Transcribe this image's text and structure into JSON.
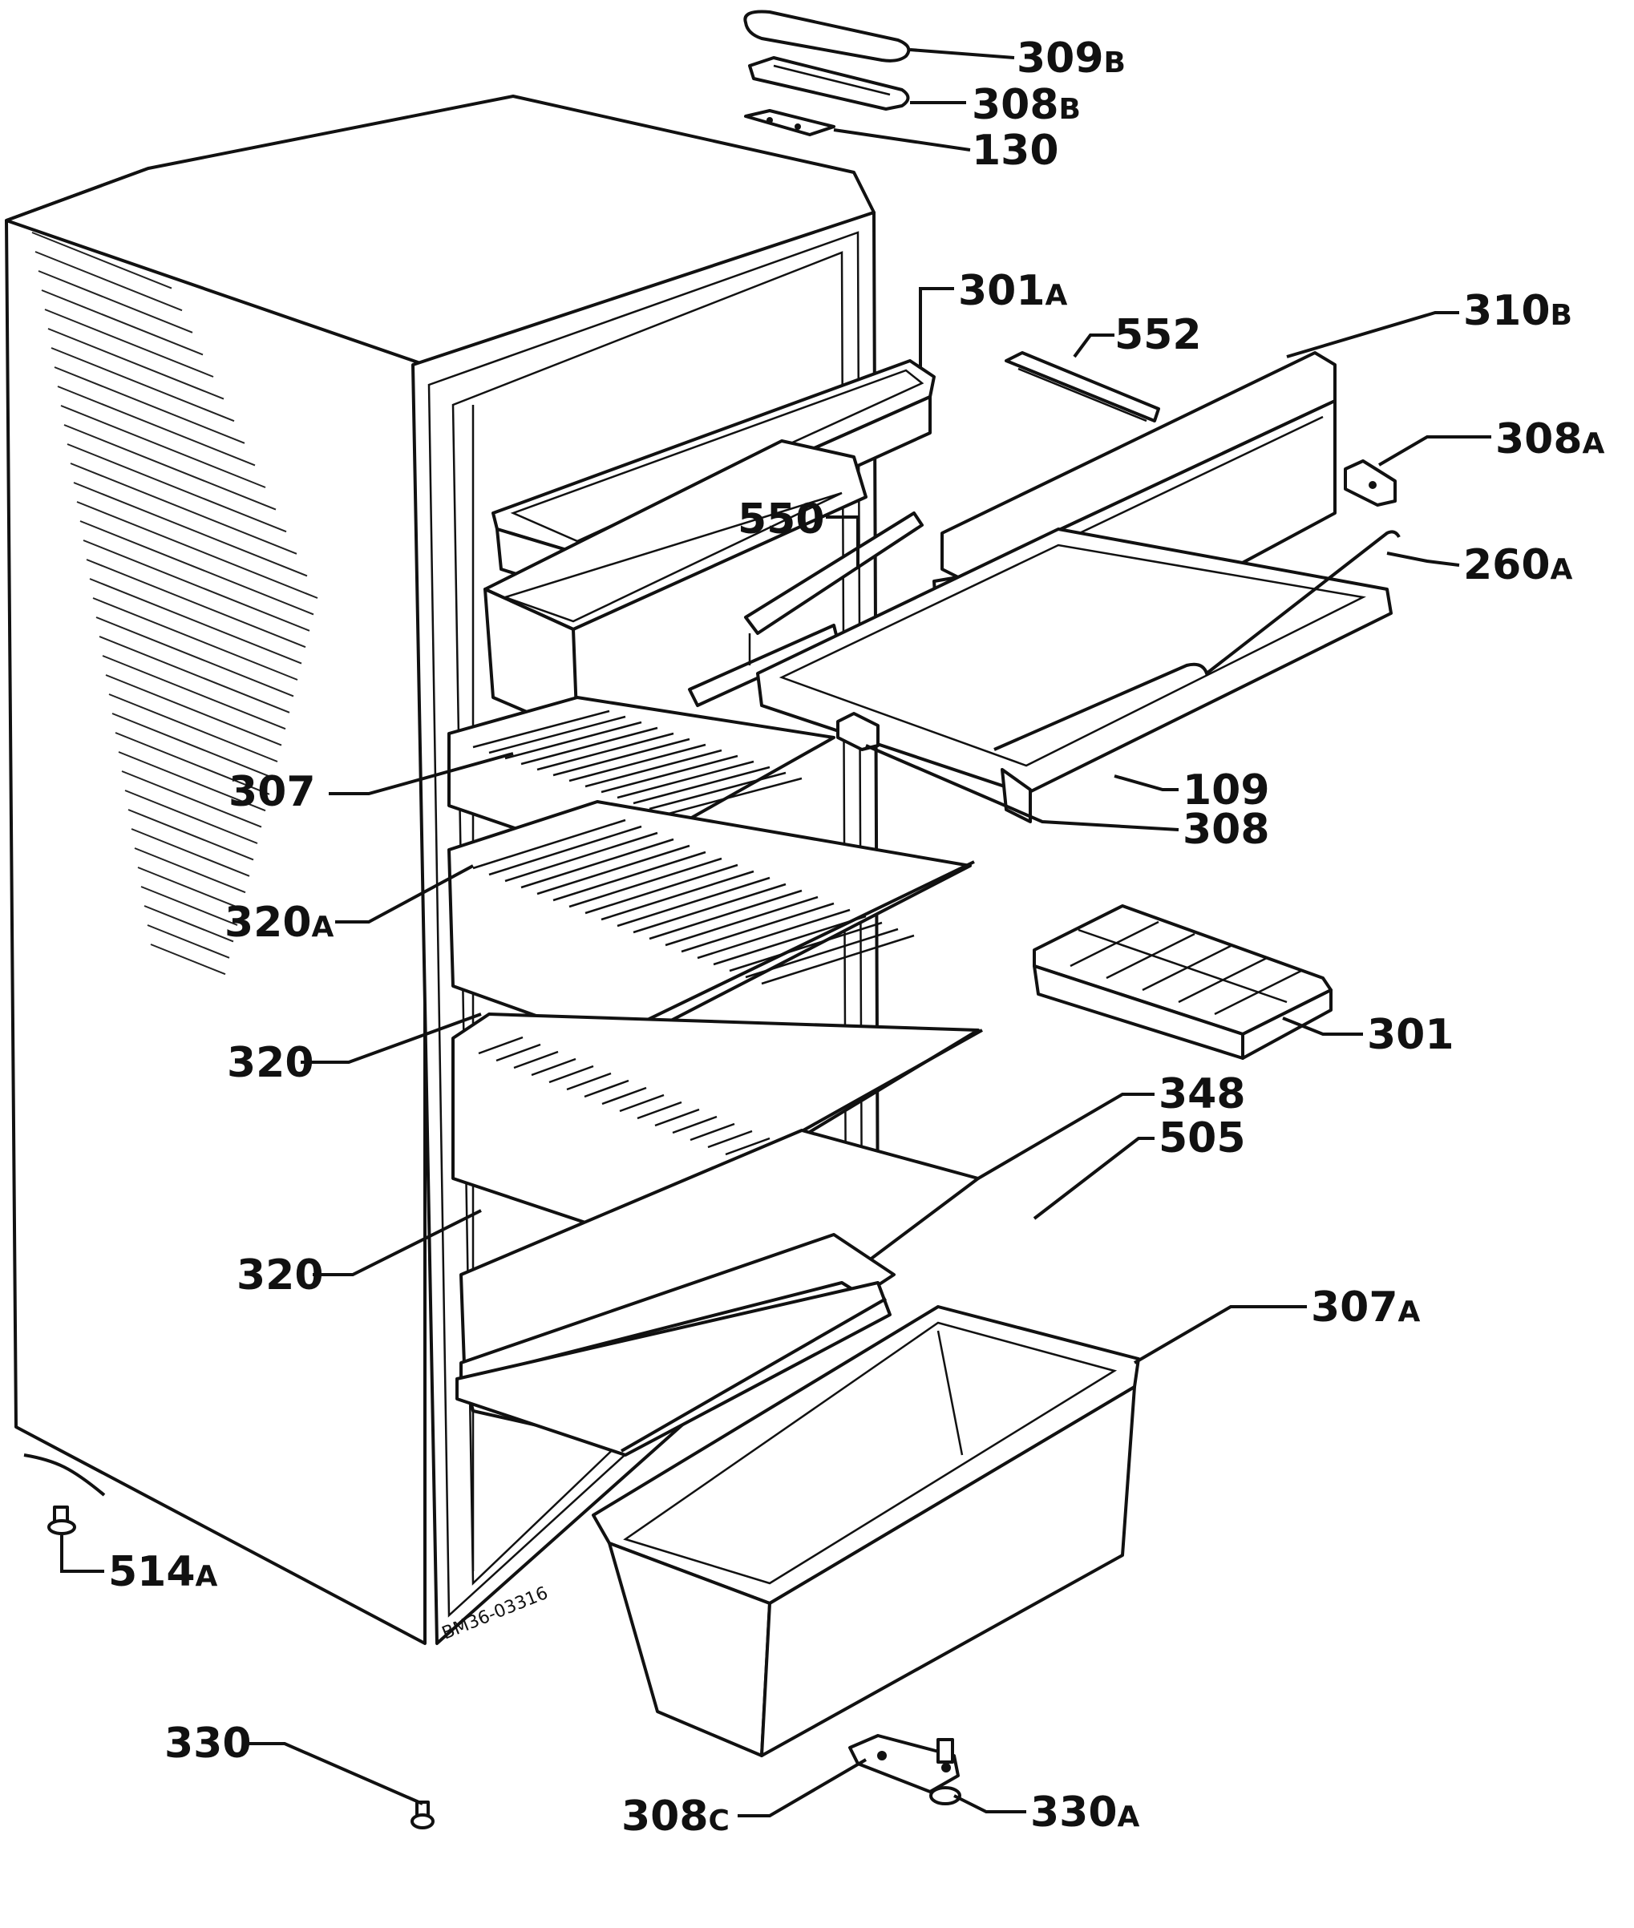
{
  "diagram": {
    "drawing_code": "BM36-03316",
    "labels": [
      {
        "id": "l309b",
        "text": "309",
        "suffix": "B"
      },
      {
        "id": "l308b",
        "text": "308",
        "suffix": "B"
      },
      {
        "id": "l130",
        "text": "130",
        "suffix": ""
      },
      {
        "id": "l301a",
        "text": "301",
        "suffix": "A"
      },
      {
        "id": "l552",
        "text": "552",
        "suffix": ""
      },
      {
        "id": "l310b",
        "text": "310",
        "suffix": "B"
      },
      {
        "id": "l308a",
        "text": "308",
        "suffix": "A"
      },
      {
        "id": "l550",
        "text": "550",
        "suffix": ""
      },
      {
        "id": "l260a",
        "text": "260",
        "suffix": "A"
      },
      {
        "id": "l307",
        "text": "307",
        "suffix": ""
      },
      {
        "id": "l109",
        "text": "109",
        "suffix": ""
      },
      {
        "id": "l308",
        "text": "308",
        "suffix": ""
      },
      {
        "id": "l320a",
        "text": "320",
        "suffix": "A"
      },
      {
        "id": "l301",
        "text": "301",
        "suffix": ""
      },
      {
        "id": "l320_1",
        "text": "320",
        "suffix": ""
      },
      {
        "id": "l348",
        "text": "348",
        "suffix": ""
      },
      {
        "id": "l505",
        "text": "505",
        "suffix": ""
      },
      {
        "id": "l320_2",
        "text": "320",
        "suffix": ""
      },
      {
        "id": "l307a",
        "text": "307",
        "suffix": "A"
      },
      {
        "id": "l514a",
        "text": "514",
        "suffix": "A"
      },
      {
        "id": "l330",
        "text": "330",
        "suffix": ""
      },
      {
        "id": "l308c",
        "text": "308",
        "suffix": "C"
      },
      {
        "id": "l330a",
        "text": "330",
        "suffix": "A"
      }
    ]
  }
}
